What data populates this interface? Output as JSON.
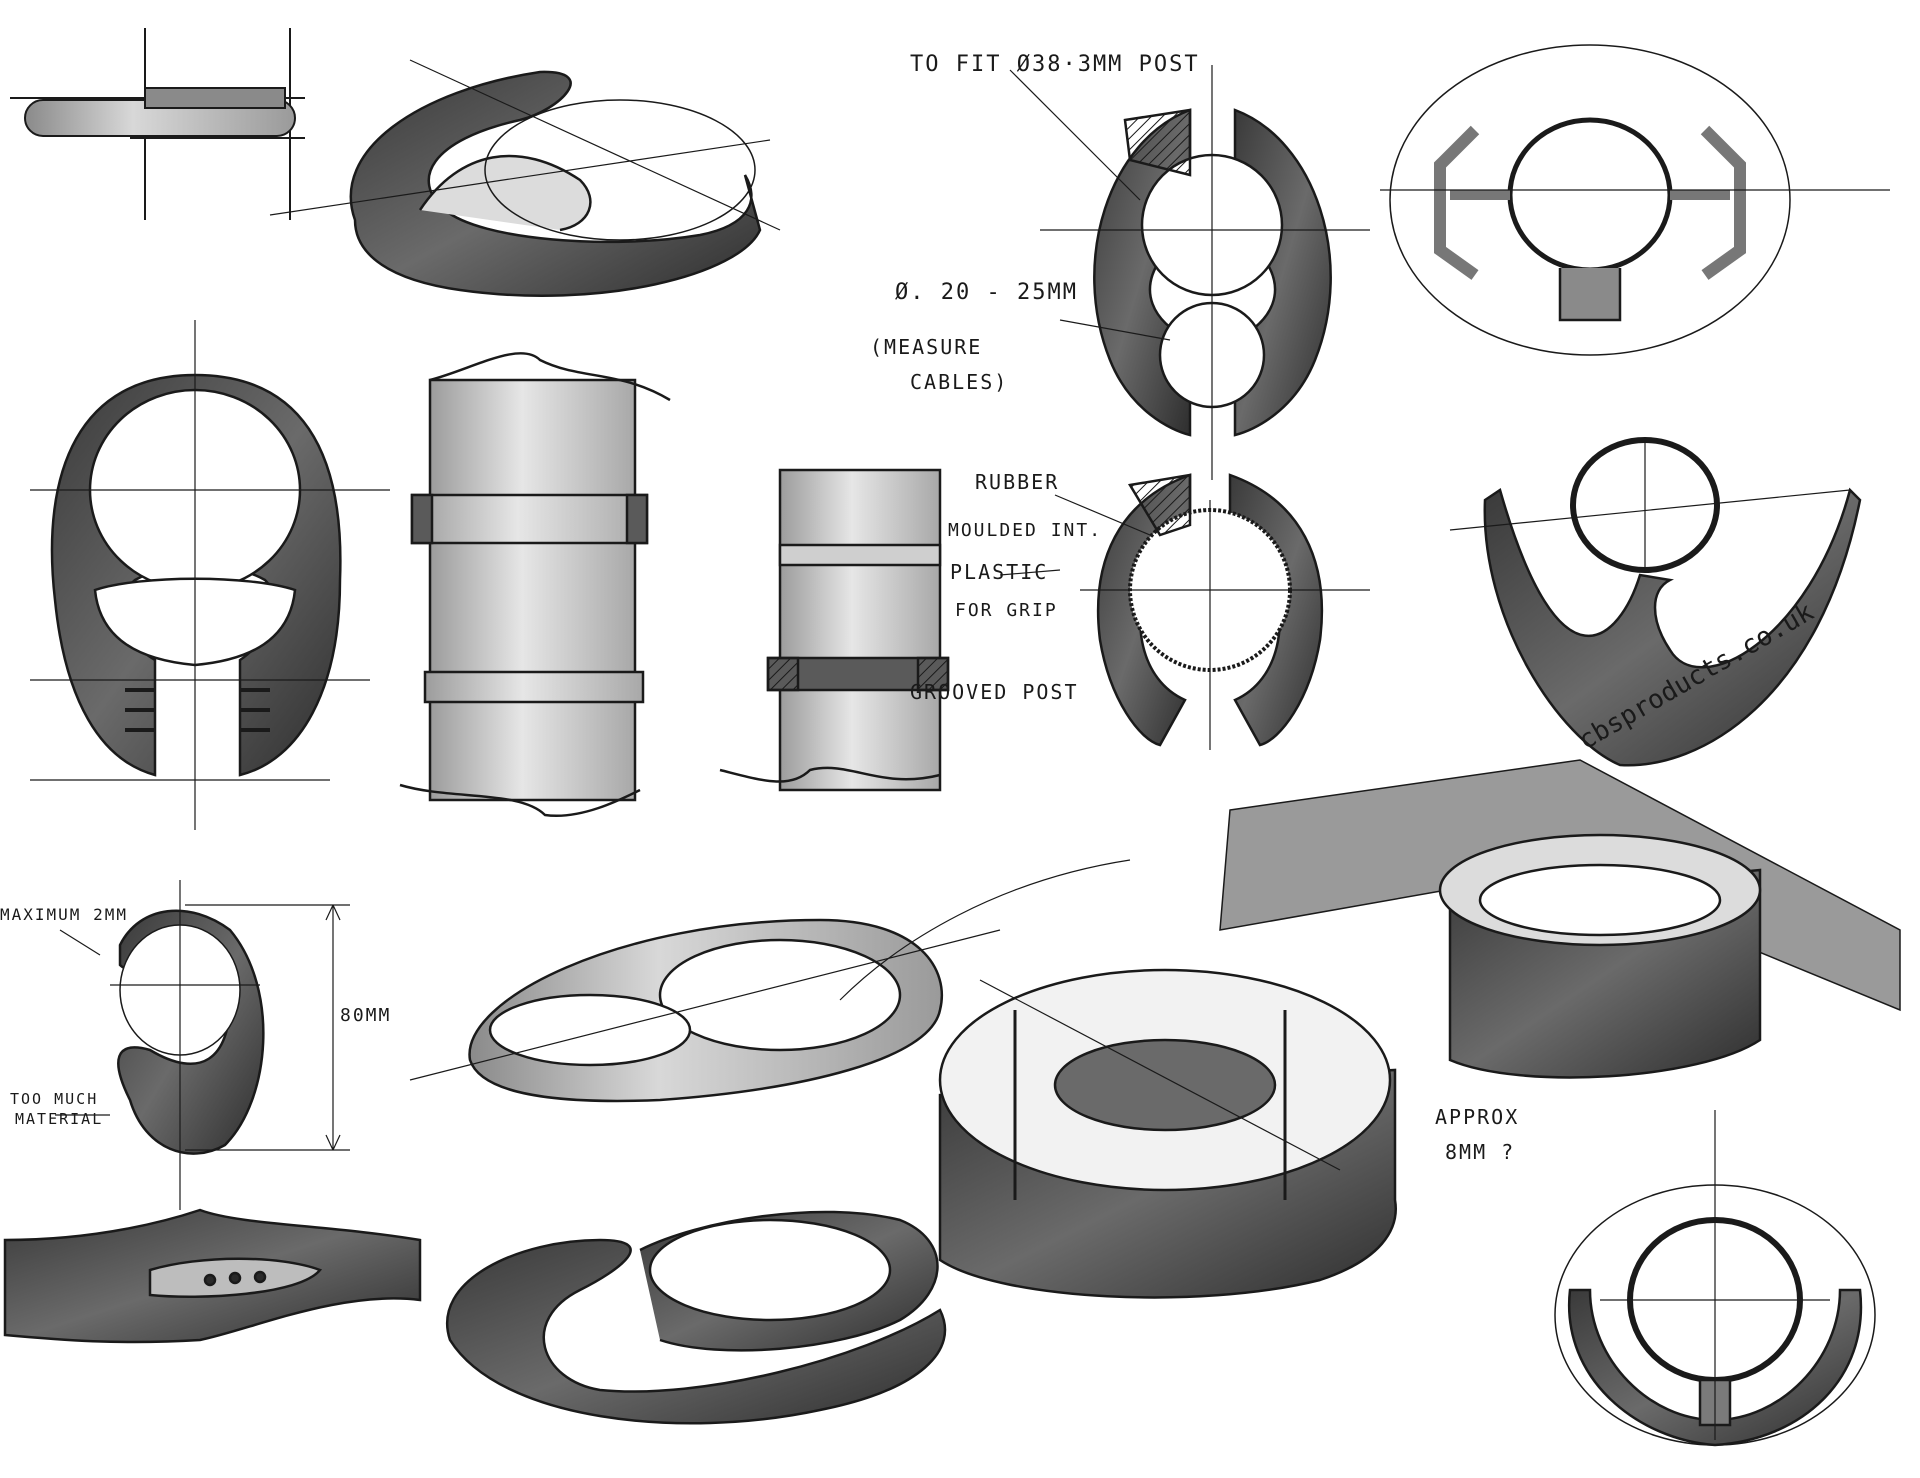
{
  "sheet": {
    "background": "#ffffff",
    "ink_color": "#1a1a1a",
    "marker_dark": "#4a4a4a",
    "marker_mid": "#7a7a7a",
    "marker_light": "#b5b5b5"
  },
  "annotations": {
    "post_fit": "To fit Ø38·3mm Post",
    "cable_diameter": "Ø. 20 - 25mm",
    "measure_cables_1": "(Measure",
    "measure_cables_2": "Cables)",
    "rubber_1": "Rubber",
    "rubber_2": "Moulded int.",
    "rubber_3": "Plastic",
    "rubber_4": "for grip",
    "grooved_post": "Grooved Post",
    "maximum": "Maximum 2mm",
    "height": "80mm",
    "too_much_1": "Too much",
    "too_much_2": "material",
    "approx_1": "Approx",
    "approx_2": "8mm ?",
    "brand": "cbsproducts.co.uk"
  }
}
